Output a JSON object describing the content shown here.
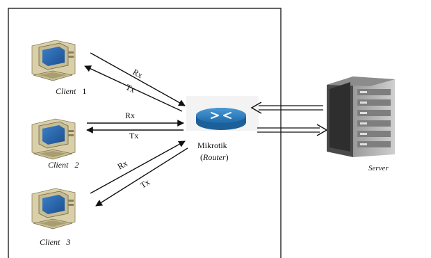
{
  "clients": [
    {
      "name": "Client",
      "num": "1"
    },
    {
      "name": "Client",
      "num": "2"
    },
    {
      "name": "Client",
      "num": "3"
    }
  ],
  "links": [
    {
      "rx": "Rx",
      "tx": "Tx"
    },
    {
      "rx": "Rx",
      "tx": "Tx"
    },
    {
      "rx": "Rx",
      "tx": "Tx"
    }
  ],
  "router": {
    "name": "Mikrotik",
    "paren_open": "(",
    "type": "Router",
    "paren_close": ")"
  },
  "server": {
    "label": "Server"
  },
  "colors": {
    "router_blue": "#2b78b4",
    "line": "#111111",
    "server_gray": "#6f6f6f"
  }
}
